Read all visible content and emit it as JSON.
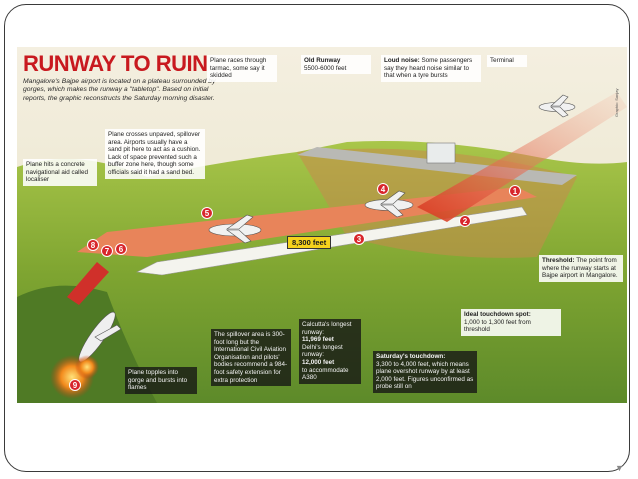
{
  "title": "RUNWAY TO RUIN",
  "intro": "Mangalore's Bajpe airport is located on a plateau surrounded by gorges, which makes the runway a \"tabletop\". Based on initial reports, the graphic reconstructs the Saturday morning disaster.",
  "credit": "Graphic: Sanjay",
  "runway_length_label": "8,300 feet",
  "slide_mark": "▼",
  "markers": [
    "1",
    "2",
    "3",
    "4",
    "5",
    "6",
    "7",
    "8",
    "9"
  ],
  "notes": {
    "old_runway_title": "Old Runway",
    "old_runway_body": "5500-6000 feet",
    "loud_noise_title": "Loud noise:",
    "loud_noise_body": "Some passengers say they heard noise similar to that when a tyre bursts",
    "terminal": "Terminal",
    "plane_races": "Plane races through tarmac, some say it skidded",
    "plane_crosses": "Plane crosses unpaved, spillover area. Airports usually have a sand pit here to act as a cushion. Lack of space prevented such a buffer zone here, though some officials said it had a sand bed.",
    "plane_hits": "Plane hits a concrete navigational aid called localiser",
    "threshold_title": "Threshold:",
    "threshold_body": "The point from where the runway starts at Bajpe airport in Mangalore.",
    "ideal_title": "Ideal touchdown spot:",
    "ideal_body": "1,000 to 1,300 feet from threshold",
    "spillover": "The spillover area is 300-foot long but the International Civil Aviation Organisation and pilots' bodies recommend a 984-foot safety extension for extra protection",
    "calcutta_line1": "Calcutta's longest runway:",
    "calcutta_value": "11,969 feet",
    "delhi_line1": "Delhi's longest runway:",
    "delhi_value": "12,000 feet",
    "delhi_line2": "to accommodate A380",
    "saturday_title": "Saturday's touchdown:",
    "saturday_body": "3,300 to 4,000 feet, which means plane overshot runway by at least 2,000 feet. Figures unconfirmed as probe still on",
    "plane_topples": "Plane topples into gorge and bursts into flames"
  },
  "colors": {
    "title_red": "#c8191f",
    "marker_red": "#d8262c",
    "terrain_green": "#8cb236",
    "runway_orange": "#e8845a"
  }
}
